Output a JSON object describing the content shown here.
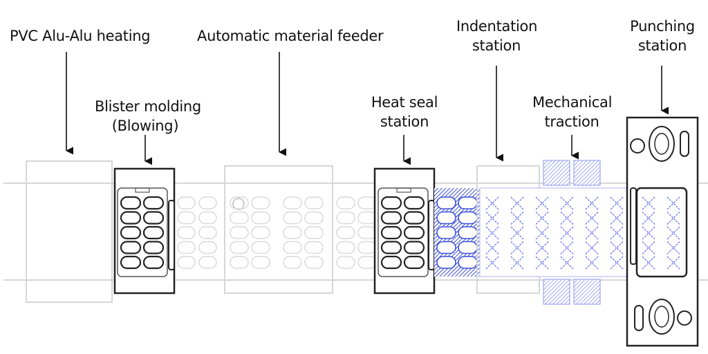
{
  "labels": {
    "pvc_heating": "PVC Alu-Alu heating",
    "blister_molding_line1": "Blister molding",
    "blister_molding_line2": "(Blowing)",
    "material_feeder": "Automatic material feeder",
    "heat_seal_line1": "Heat seal",
    "heat_seal_line2": "station",
    "indentation_line1": "Indentation",
    "indentation_line2": "station",
    "mechanical_traction_line1": "Mechanical",
    "mechanical_traction_line2": "traction",
    "punching_line1": "Punching",
    "punching_line2": "station"
  },
  "colors": {
    "text": "#111111",
    "station_stroke": "#222222",
    "faint_stroke": "#d6d6d6",
    "hatch_blue": "#3b4fd8",
    "light_blue": "#8a95f0"
  }
}
